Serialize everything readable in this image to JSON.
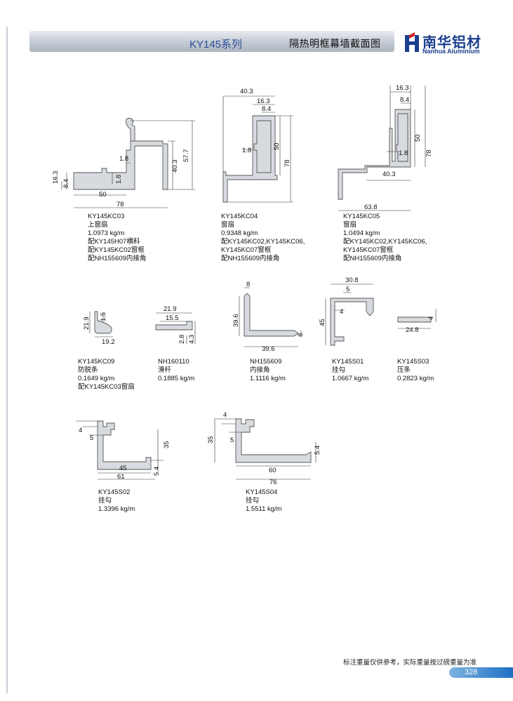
{
  "header": {
    "series": "KY145系列",
    "title": "隔热明框幕墙截面图",
    "brand_cn": "南华铝材",
    "brand_en": "Nanhua Aluminium"
  },
  "colors": {
    "accent": "#2a4e9b",
    "profile_fill": "#d7dbe0",
    "footer_blue": "#1e6fc4"
  },
  "profiles": [
    {
      "code": "KY145KC03",
      "name": "上窗扇",
      "weight": "1.0973 kg/m",
      "notes": [
        "配KY145H07横料",
        "配KY145KC02窗框",
        "配NH155609内接角"
      ],
      "dims": [
        "16.3",
        "8.4",
        "1.8",
        "1.8",
        "50",
        "78",
        "40.3",
        "57.7"
      ]
    },
    {
      "code": "KY145KC04",
      "name": "窗扇",
      "weight": "0.9348 kg/m",
      "notes": [
        "配KY145KC02,KY145KC06,",
        "KY145KC07窗框",
        "配NH155609内接角"
      ],
      "dims": [
        "40.3",
        "16.3",
        "8.4",
        "1.8",
        "50",
        "78"
      ]
    },
    {
      "code": "KY145KC05",
      "name": "窗扇",
      "weight": "1.0494 kg/m",
      "notes": [
        "配KY145KC02,KY145KC06,",
        "KY145KC07窗框",
        "配NH155609内接角"
      ],
      "dims": [
        "16.3",
        "8.4",
        "50",
        "1.8",
        "78",
        "40.3",
        "63.8"
      ]
    },
    {
      "code": "KY145KC09",
      "name": "防脱条",
      "weight": "0.1649 kg/m",
      "notes": [
        "配KY145KC03窗扇"
      ],
      "dims": [
        "21.9",
        "1.5",
        "19.2"
      ]
    },
    {
      "code": "NH160110",
      "name": "滑杆",
      "weight": "0.1885 kg/m",
      "notes": [],
      "dims": [
        "21.9",
        "15.5",
        "2.8",
        "4.3"
      ]
    },
    {
      "code": "NH155609",
      "name": "内接角",
      "weight": "1.1116 kg/m",
      "notes": [],
      "dims": [
        "8",
        "39.6",
        "8",
        "39.6"
      ]
    },
    {
      "code": "KY145S01",
      "name": "挂勾",
      "weight": "1.0667 kg/m",
      "notes": [],
      "dims": [
        "30.8",
        "5",
        "4",
        "45"
      ]
    },
    {
      "code": "KY145S03",
      "name": "压条",
      "weight": "0.2823 kg/m",
      "notes": [],
      "dims": [
        "4",
        "24.8"
      ]
    },
    {
      "code": "KY145S02",
      "name": "挂勾",
      "weight": "1.3396 kg/m",
      "notes": [],
      "dims": [
        "4",
        "5",
        "35",
        "45",
        "5.4",
        "61"
      ]
    },
    {
      "code": "KY145S04",
      "name": "挂勾",
      "weight": "1.5511 kg/m",
      "notes": [],
      "dims": [
        "4",
        "5",
        "35",
        "5.4",
        "60",
        "76"
      ]
    }
  ],
  "footer": {
    "note": "标注重量仅供参考，实际重量按过磅重量为准",
    "page": "328"
  }
}
